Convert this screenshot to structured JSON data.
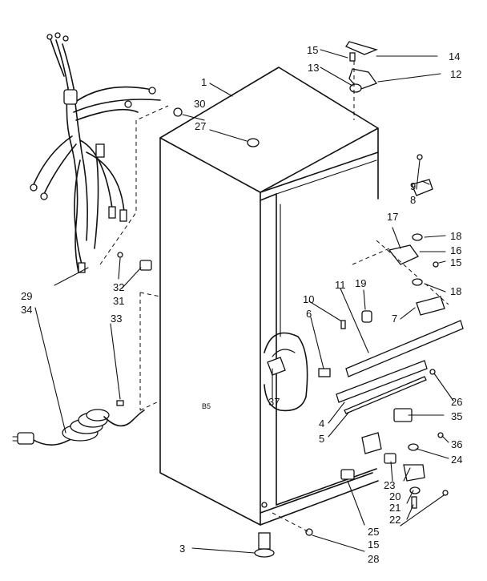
{
  "labels": {
    "l1": "1",
    "l3": "3",
    "l4": "4",
    "l5": "5",
    "l6": "6",
    "l7": "7",
    "l8": "8",
    "l9": "9",
    "l10": "10",
    "l11": "11",
    "l12": "12",
    "l13": "13",
    "l14": "14",
    "l15a": "15",
    "l15b": "15",
    "l15c": "15",
    "l16": "16",
    "l17": "17",
    "l18a": "18",
    "l18b": "18",
    "l19": "19",
    "l20": "20",
    "l21": "21",
    "l22": "22",
    "l23": "23",
    "l24": "24",
    "l25": "25",
    "l26": "26",
    "l27": "27",
    "l28": "28",
    "l29": "29",
    "l30": "30",
    "l31": "31",
    "l32": "32",
    "l33": "33",
    "l34": "34",
    "l35": "35",
    "l36": "36",
    "l37": "37"
  },
  "cabinet_mark": "B5"
}
